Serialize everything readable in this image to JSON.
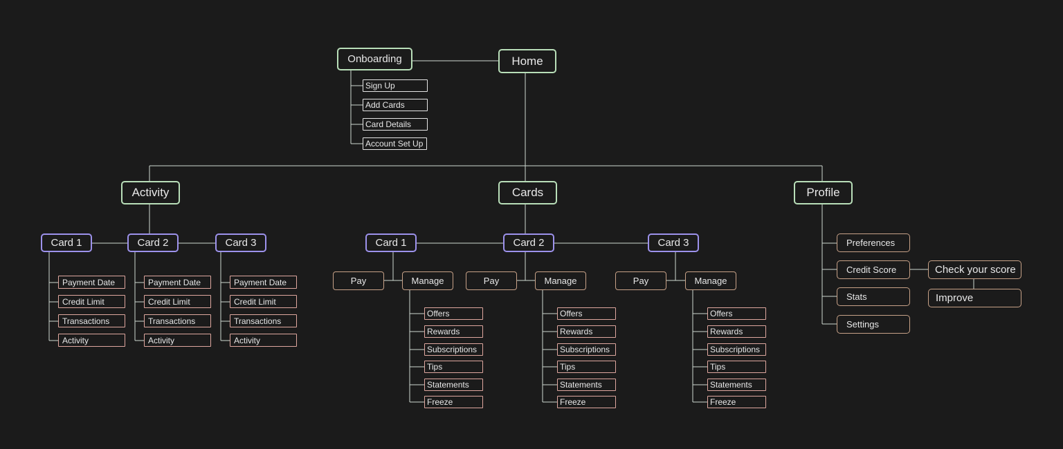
{
  "home": "Home",
  "onboarding": {
    "title": "Onboarding",
    "items": [
      "Sign Up",
      "Add Cards",
      "Card Details",
      "Account Set Up"
    ]
  },
  "activity": {
    "title": "Activity",
    "cards": [
      "Card 1",
      "Card 2",
      "Card 3"
    ],
    "items": [
      "Payment Date",
      "Credit Limit",
      "Transactions",
      "Activity"
    ]
  },
  "cards_section": {
    "title": "Cards",
    "cards": [
      "Card 1",
      "Card 2",
      "Card 3"
    ],
    "pay": "Pay",
    "manage": "Manage",
    "manage_items": [
      "Offers",
      "Rewards",
      "Subscriptions",
      "Tips",
      "Statements",
      "Freeze"
    ]
  },
  "profile": {
    "title": "Profile",
    "items": [
      "Preferences",
      "Credit Score",
      "Stats",
      "Settings"
    ],
    "credit_score_items": [
      "Check your score",
      "Improve"
    ]
  },
  "colors": {
    "background": "#1b1b1b",
    "top_level": "#b9dfb9",
    "card_nodes": "#9d92ec",
    "action_nodes": "#c8a288",
    "leaf_items": "#e0a8a0"
  }
}
